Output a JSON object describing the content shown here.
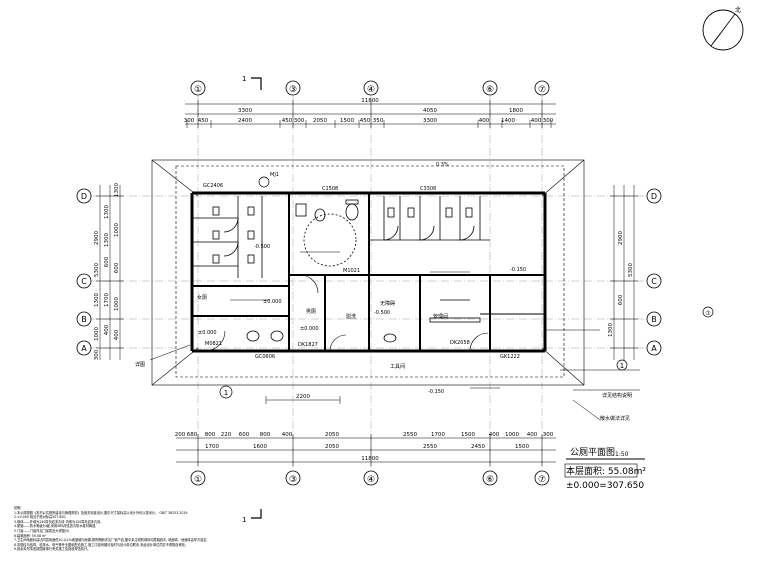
{
  "title": "公厕平面图",
  "scale": "1:50",
  "area": "本层面积: 55.08m²",
  "elevation": "±0.000=307.650",
  "north": "北",
  "section_mark": "1",
  "axes_v": [
    "①",
    "③",
    "④",
    "⑥",
    "⑦"
  ],
  "axes_h": [
    "D",
    "C",
    "B",
    "A"
  ],
  "dims": {
    "total": "11800",
    "top1": [
      "3300",
      "4050",
      "1800"
    ],
    "top2": [
      "300",
      "450",
      "2400",
      "450",
      "300",
      "2050",
      "1500",
      "450",
      "350",
      "3300",
      "400",
      "1400",
      "400",
      "300"
    ],
    "bottom1": [
      "200",
      "680",
      "800",
      "220",
      "600",
      "800",
      "400",
      "2050",
      "2550",
      "1700",
      "1500",
      "400",
      "1000",
      "400",
      "300"
    ],
    "bottom2": [
      "1700",
      "1600",
      "2050",
      "2550",
      "2450",
      "1500"
    ],
    "bottom_mid": "2200",
    "left": [
      "2900",
      "1300",
      "5300",
      "1300",
      "600",
      "1000",
      "1700",
      "400",
      "1300",
      "300"
    ],
    "right": [
      "2900",
      "5300",
      "600",
      "1300"
    ]
  },
  "labels": {
    "gc2406": "GC2406",
    "mj1": "MJ1",
    "c1508": "C1508",
    "c3308": "C3308",
    "m1021": "M1021",
    "m0821": "M0821",
    "gc0606": "GC0606",
    "dk1827": "DK1827",
    "dk2058": "DK2058",
    "gk1222": "GK1222",
    "lv1": "±0.000",
    "lv2": "-0.500",
    "lv3": "-0.500",
    "lv4": "-0.150",
    "lv5": "-0.150",
    "lv6": "±0.000",
    "lv7": "±0.000",
    "slope": "0.3%",
    "room1": "女厕",
    "room2": "男厕",
    "room3": "管理间",
    "room4": "无障碍",
    "room5": "工具间",
    "room6": "盥洗",
    "note_right1": "详见结构说明",
    "note_right2": "散水做法详见",
    "note_left": "详图"
  },
  "notes": [
    "说明:",
    "1.本公厕按照《农村公共厕所建设与管理规范》及相关标准设计,图中尺寸除标高以米计外均以毫米计。 GB/T 38353-2019",
    "2.±0.000 相当于绝对标高307.650,",
    "3.墙体——外墙为240厚页岩多孔砖 内墙为120厚页岩多孔砖.",
    "4.屋面——防水等级为I级,采用SBS改性沥青防水卷材两道,",
    "5.门窗——门窗详见门窗表及大样图(5)",
    "6.建筑面积: 55.08 m²",
    "7.卫生间地面标高比同层地面低20,以1%坡度坡向地漏,厕所隔断详见厂家产品,图中未注明的墙体均居轴线中, 墙面砖、地面砖由甲方选定.",
    "8.本图应与结构、给排水、电气等专业图纸配合施工,施工中如有疑问及时与设计单位联系,未经设计单位同意不得擅自修改。",
    "9.其余未尽事宜按国家现行有关施工及验收规范执行。"
  ]
}
